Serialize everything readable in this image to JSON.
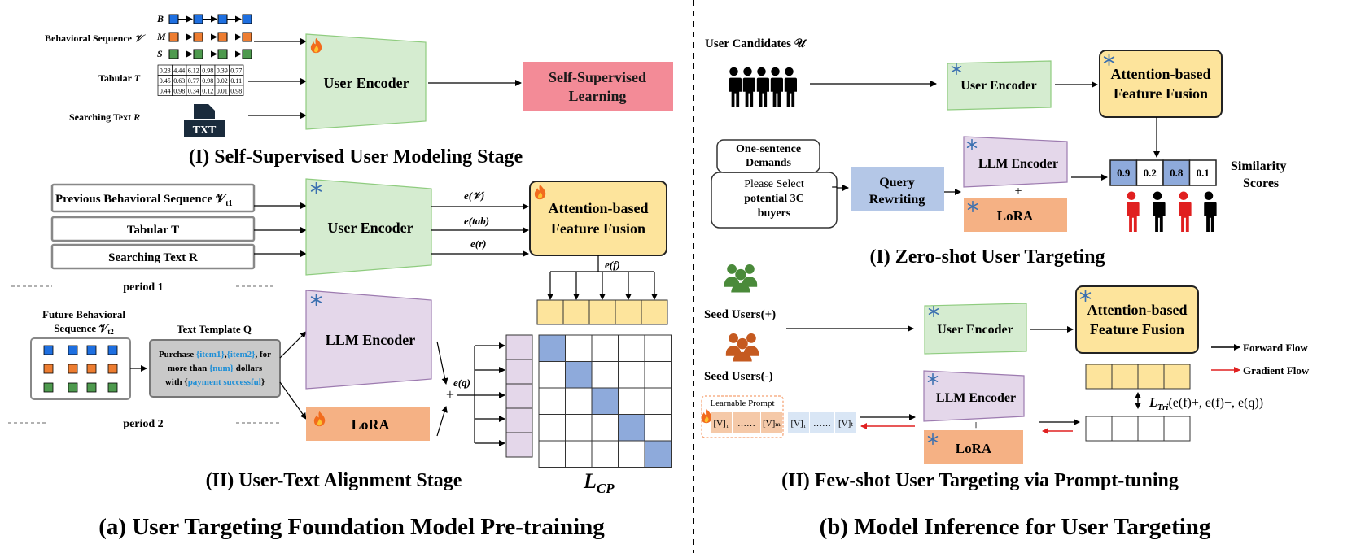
{
  "left": {
    "caption": "(a) User Targeting Foundation Model Pre-training",
    "stage1": {
      "title": "(I) Self-Supervised User Modeling Stage",
      "inputs": {
        "behavioral": "Behavioral Sequence",
        "behavioral_sym": "𝒱",
        "rows": [
          "B",
          "M",
          "S"
        ],
        "tabular": "Tabular",
        "tabular_sym": "T",
        "table": [
          [
            "0.23",
            "4.44",
            "6.12",
            "0.98",
            "0.39",
            "0.77"
          ],
          [
            "0.45",
            "0.63",
            "0.77",
            "0.98",
            "0.02",
            "0.11"
          ],
          [
            "0.44",
            "0.98",
            "0.34",
            "0.12",
            "0.01",
            "0.98"
          ]
        ],
        "search": "Searching Text",
        "search_sym": "R",
        "txt_icon_label": "TXT"
      },
      "encoder": "User Encoder",
      "ssl": [
        "Self-Supervised",
        "Learning"
      ]
    },
    "stage2": {
      "title": "(II) User-Text Alignment Stage",
      "inputs": {
        "prev": "Previous Behavioral Sequence 𝒱",
        "prev_sub": "t1",
        "tabular": "Tabular T",
        "search": "Searching Text R",
        "period1": "period 1",
        "period2": "period 2",
        "future": [
          "Future Behavioral",
          "Sequence 𝒱"
        ],
        "future_sub": "t2",
        "template_title": "Text Template Q",
        "template_lines": [
          [
            "Purchase ",
            "{item1}",
            ",",
            "{item2}",
            ", for"
          ],
          [
            "more than ",
            "{num}",
            " dollars"
          ],
          [
            "with ",
            "{",
            "payment successful",
            "}"
          ]
        ]
      },
      "encoder": "User Encoder",
      "fusion": [
        "Attention-based",
        "Feature Fusion"
      ],
      "llm": "LLM Encoder",
      "lora": "LoRA",
      "e_v": "e(𝒱)",
      "e_tab": "e(tab)",
      "e_r": "e(r)",
      "e_f": "e(f)",
      "e_q": "e(q)",
      "plus": "+",
      "loss": "L",
      "loss_sub": "CP"
    }
  },
  "right": {
    "caption": "(b) Model Inference for User Targeting",
    "zero": {
      "title": "(I) Zero-shot User Targeting",
      "candidates": "User Candidates 𝒰",
      "encoder": "User Encoder",
      "fusion": [
        "Attention-based",
        "Feature Fusion"
      ],
      "demand_title": [
        "One-sentence",
        "Demands"
      ],
      "demand_body": [
        "Please Select",
        "potential 3C",
        "buyers"
      ],
      "rewrite": [
        "Query",
        "Rewriting"
      ],
      "llm": "LLM Encoder",
      "lora": "LoRA",
      "plus": "+",
      "scores": [
        "0.9",
        "0.2",
        "0.8",
        "0.1"
      ],
      "scores_label": [
        "Similarity",
        "Scores"
      ]
    },
    "few": {
      "title": "(II) Few-shot User Targeting via Prompt-tuning",
      "seed_pos": "Seed Users(+)",
      "seed_neg": "Seed Users(-)",
      "encoder": "User Encoder",
      "fusion": [
        "Attention-based",
        "Feature Fusion"
      ],
      "llm": "LLM Encoder",
      "lora": "LoRA",
      "plus": "+",
      "prompt_title": "Learnable Prompt",
      "prompt_tokens": [
        "[V]₁",
        "……",
        "[V]ₘ"
      ],
      "text_tokens": [
        "[V]₁",
        "……",
        "[V]ₜ"
      ],
      "loss": "L",
      "loss_sub": "Tri",
      "loss_args": "(e(f)+, e(f)−, e(q))",
      "legend_forward": "Forward Flow",
      "legend_gradient": "Gradient Flow"
    }
  },
  "colors": {
    "user_encoder": "#d5ecd0",
    "fusion": "#fde49c",
    "llm": "#e4d7ea",
    "lora": "#f5b184",
    "ssl": "#f38b97",
    "rewrite": "#b4c7e7",
    "score_hi": "#8eaadb",
    "seed_green": "#4a8a3a",
    "seed_orange": "#c55a20",
    "red": "#e02020"
  }
}
